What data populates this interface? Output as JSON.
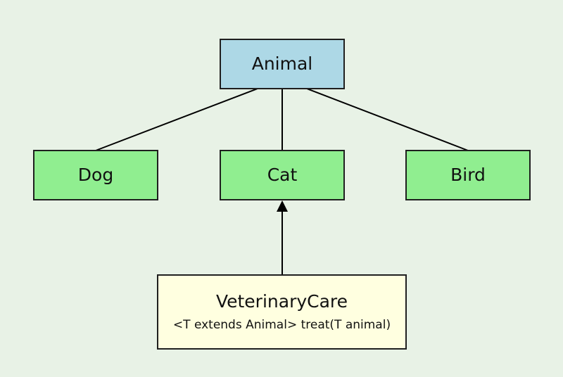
{
  "colors": {
    "background": "#e8f2e6",
    "root_fill": "#add8e6",
    "subclass_fill": "#90ee90",
    "care_fill": "#ffffe0",
    "stroke": "#1f1f1f"
  },
  "nodes": {
    "animal": {
      "label": "Animal"
    },
    "dog": {
      "label": "Dog"
    },
    "cat": {
      "label": "Cat"
    },
    "bird": {
      "label": "Bird"
    },
    "veterinary_care": {
      "label": "VeterinaryCare",
      "method": "<T extends Animal> treat(T animal)"
    }
  },
  "edges": [
    {
      "from": "animal",
      "to": "dog",
      "arrow": false
    },
    {
      "from": "animal",
      "to": "cat",
      "arrow": false
    },
    {
      "from": "animal",
      "to": "bird",
      "arrow": false
    },
    {
      "from": "veterinary_care",
      "to": "cat",
      "arrow": true
    }
  ]
}
